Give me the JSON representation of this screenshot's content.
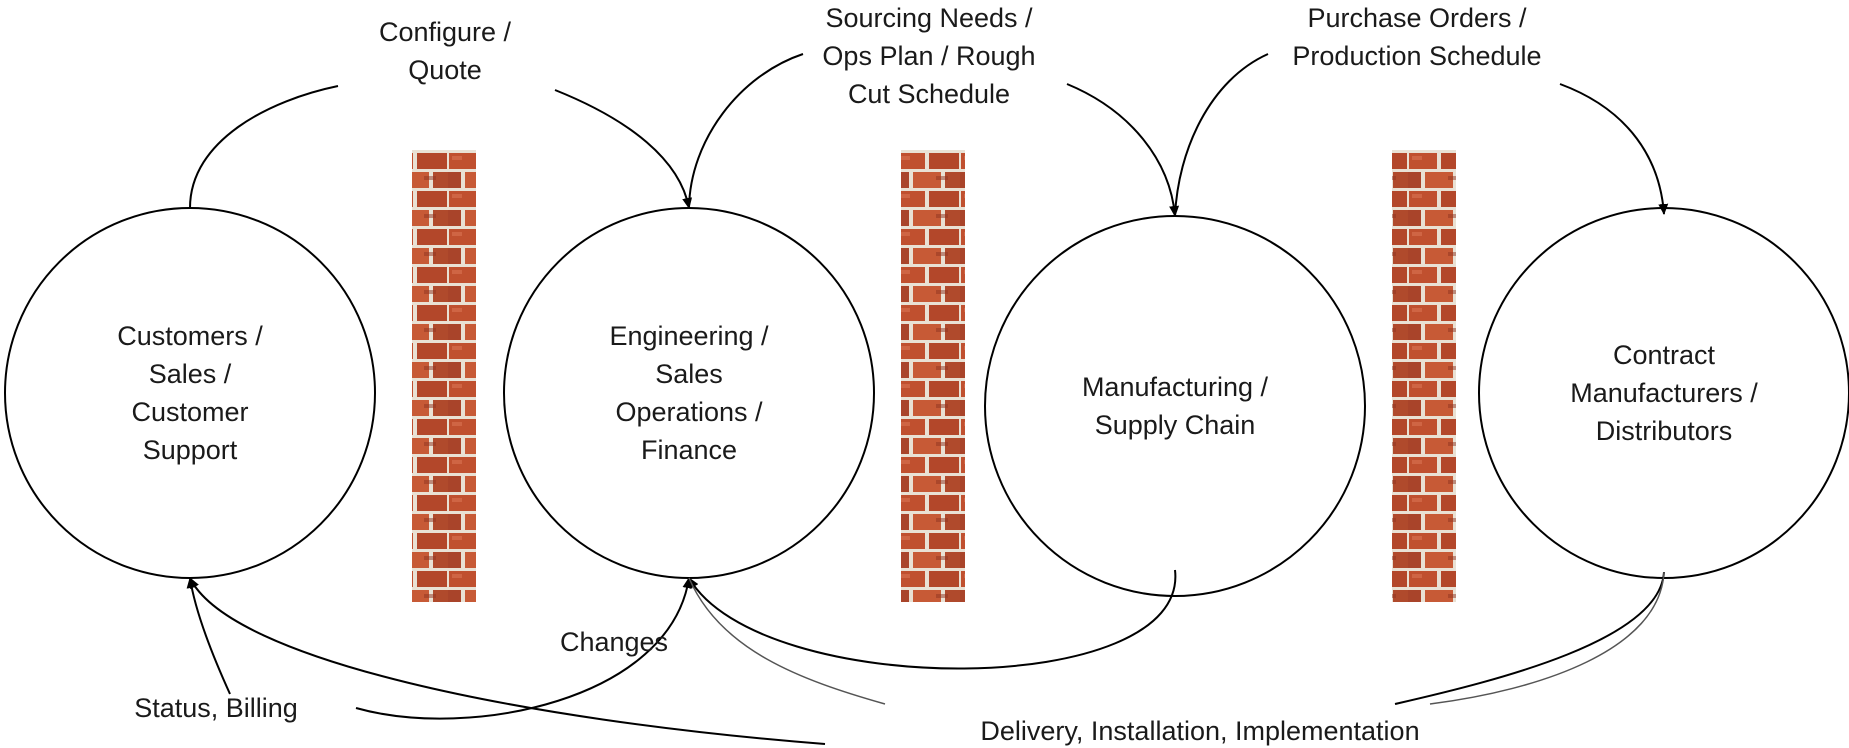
{
  "nodes": [
    {
      "id": "customers",
      "lines": [
        "Customers /",
        "Sales /",
        "Customer",
        "Support"
      ]
    },
    {
      "id": "engineering",
      "lines": [
        "Engineering /",
        "Sales",
        "Operations /",
        "Finance"
      ]
    },
    {
      "id": "manufacturing",
      "lines": [
        "Manufacturing /",
        "Supply Chain"
      ]
    },
    {
      "id": "contract",
      "lines": [
        "Contract",
        "Manufacturers /",
        "Distributors"
      ]
    }
  ],
  "edge_labels": {
    "configure": [
      "Configure /",
      "Quote"
    ],
    "sourcing": [
      "Sourcing Needs /",
      "Ops Plan / Rough",
      "Cut Schedule"
    ],
    "purchase": [
      "Purchase Orders /",
      "Production Schedule"
    ],
    "changes": [
      "Changes"
    ],
    "status": [
      "Status, Billing"
    ],
    "delivery": [
      "Delivery, Installation, Implementation"
    ]
  },
  "walls": 3,
  "colors": {
    "stroke": "#000000",
    "secondary_stroke": "#555555",
    "brick": "#c0502f",
    "brick_dark": "#8f3420",
    "mortar": "#e9e1d4"
  }
}
